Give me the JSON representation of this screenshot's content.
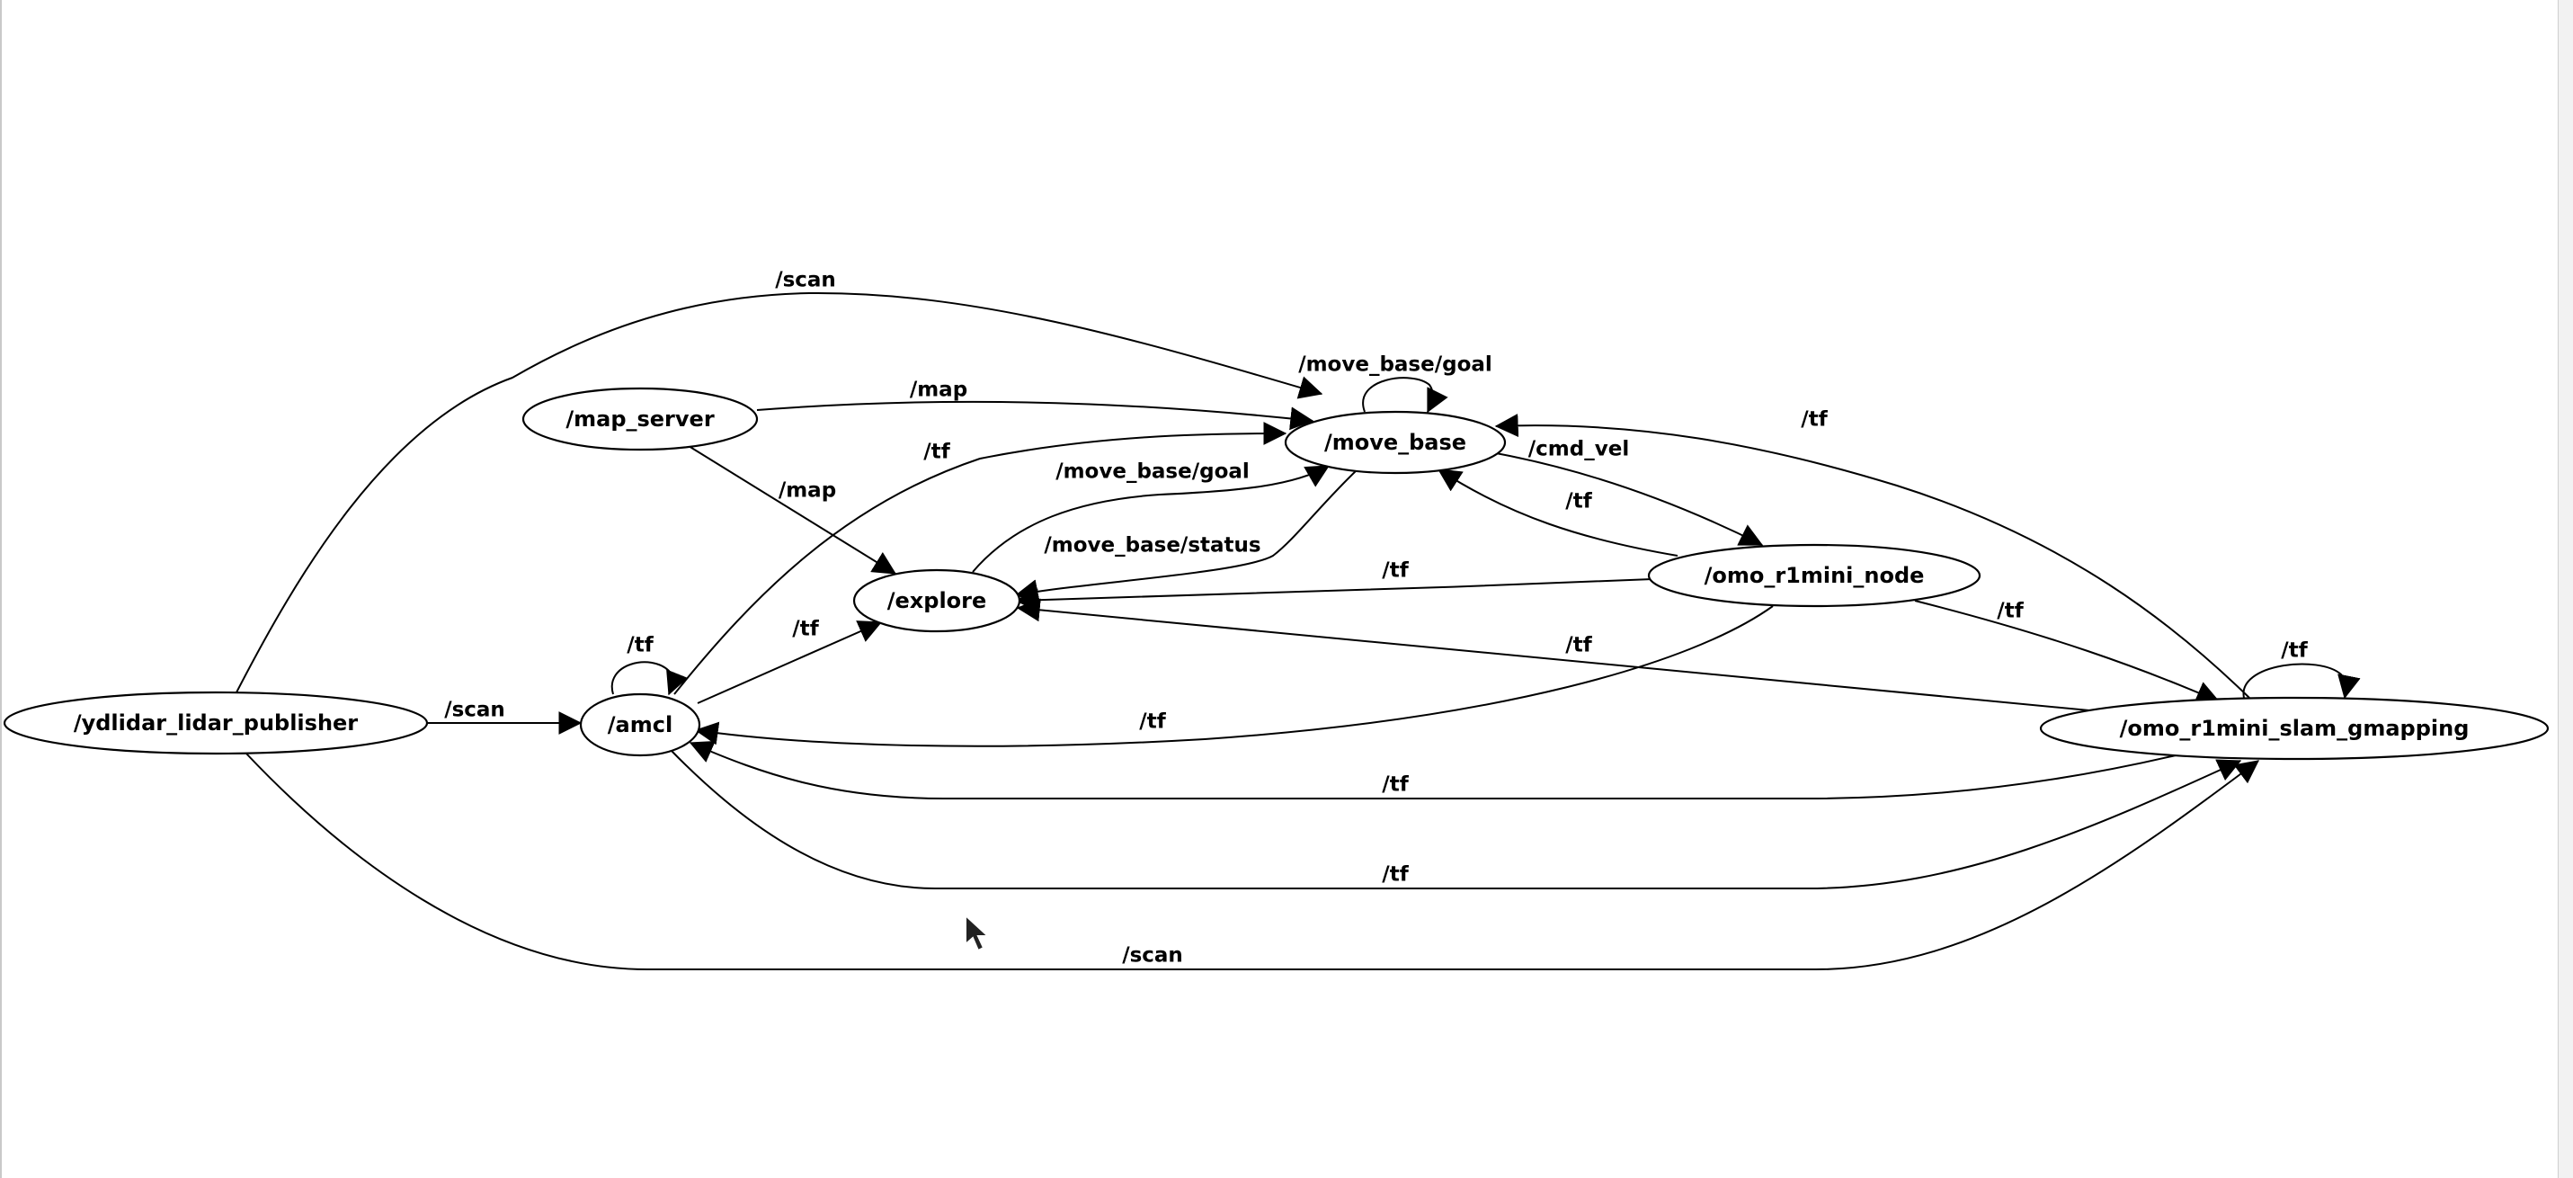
{
  "graph": {
    "nodes": [
      {
        "id": "ydlidar",
        "label": "/ydlidar_lidar_publisher"
      },
      {
        "id": "amcl",
        "label": "/amcl"
      },
      {
        "id": "map_server",
        "label": "/map_server"
      },
      {
        "id": "explore",
        "label": "/explore"
      },
      {
        "id": "move_base",
        "label": "/move_base"
      },
      {
        "id": "omo_node",
        "label": "/omo_r1mini_node"
      },
      {
        "id": "gmapping",
        "label": "/omo_r1mini_slam_gmapping"
      }
    ],
    "edges": [
      {
        "from": "ydlidar",
        "to": "move_base",
        "label": "/scan"
      },
      {
        "from": "ydlidar",
        "to": "amcl",
        "label": "/scan"
      },
      {
        "from": "ydlidar",
        "to": "gmapping",
        "label": "/scan"
      },
      {
        "from": "map_server",
        "to": "move_base",
        "label": "/map"
      },
      {
        "from": "map_server",
        "to": "explore",
        "label": "/map"
      },
      {
        "from": "amcl",
        "to": "amcl",
        "label": "/tf"
      },
      {
        "from": "amcl",
        "to": "move_base",
        "label": "/tf"
      },
      {
        "from": "amcl",
        "to": "explore",
        "label": "/tf"
      },
      {
        "from": "amcl",
        "to": "gmapping",
        "label": "/tf"
      },
      {
        "from": "explore",
        "to": "move_base",
        "label": "/move_base/goal"
      },
      {
        "from": "move_base",
        "to": "explore",
        "label": "/move_base/status"
      },
      {
        "from": "move_base",
        "to": "move_base",
        "label": "/move_base/goal"
      },
      {
        "from": "move_base",
        "to": "omo_node",
        "label": "/cmd_vel"
      },
      {
        "from": "omo_node",
        "to": "move_base",
        "label": "/tf"
      },
      {
        "from": "omo_node",
        "to": "explore",
        "label": "/tf"
      },
      {
        "from": "omo_node",
        "to": "amcl",
        "label": "/tf"
      },
      {
        "from": "omo_node",
        "to": "gmapping",
        "label": "/tf"
      },
      {
        "from": "gmapping",
        "to": "move_base",
        "label": "/tf"
      },
      {
        "from": "gmapping",
        "to": "explore",
        "label": "/tf"
      },
      {
        "from": "gmapping",
        "to": "amcl",
        "label": "/tf"
      },
      {
        "from": "gmapping",
        "to": "gmapping",
        "label": "/tf"
      }
    ]
  }
}
